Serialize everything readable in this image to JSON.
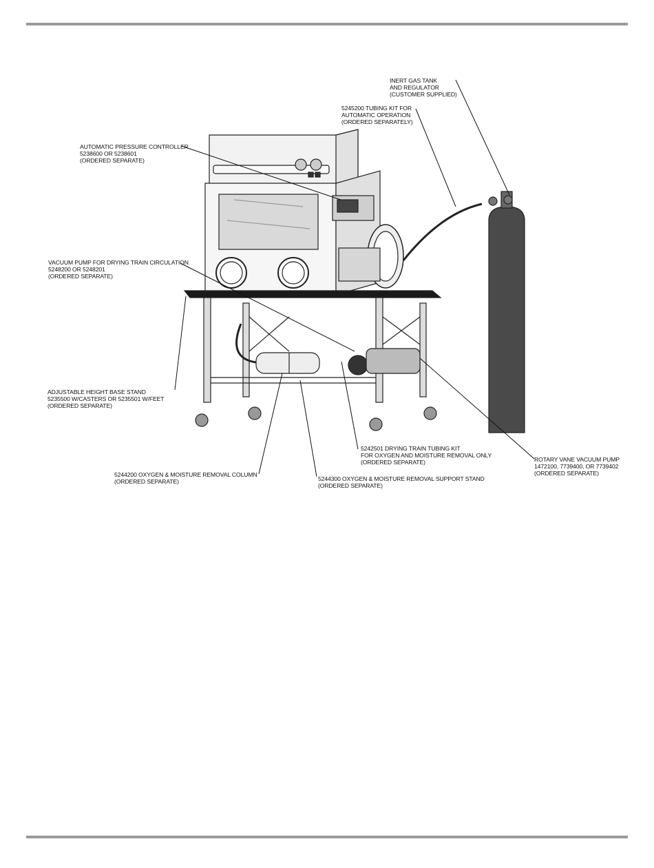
{
  "labels": {
    "inert_gas": [
      "INERT GAS TANK",
      "AND REGULATOR",
      "(CUSTOMER SUPPLIED)"
    ],
    "tubing_kit": [
      "5245200 TUBING KIT FOR",
      "AUTOMATIC OPERATION",
      "(ORDERED SEPARATELY)"
    ],
    "pressure_controller": [
      "AUTOMATIC PRESSURE CONTROLLER",
      "5238600 OR 5238601",
      "(ORDERED SEPARATE)"
    ],
    "vacuum_pump_drying": [
      "VACUUM PUMP FOR DRYING TRAIN CIRCULATION",
      "5248200 OR 5248201",
      "(ORDERED SEPARATE)"
    ],
    "base_stand": [
      "ADJUSTABLE HEIGHT BASE STAND",
      "5235500 W/CASTERS OR 5235501 W/FEET",
      "(ORDERED SEPARATE)"
    ],
    "drying_train_kit": [
      "5242501 DRYING TRAIN TUBING KIT",
      "FOR OXYGEN AND MOISTURE REMOVAL ONLY",
      "(ORDERED SEPARATE)"
    ],
    "rotary_pump": [
      "ROTARY VANE VACUUM PUMP",
      "1472100, 7739400, OR 7739402",
      "(ORDERED SEPARATE)"
    ],
    "removal_column": [
      "5244200 OXYGEN & MOISTURE REMOVAL COLUMN",
      "(ORDERED SEPARATE)"
    ],
    "support_stand": [
      "5244300 OXYGEN & MOISTURE REMOVAL SUPPORT STAND",
      "(ORDERED SEPARATE)"
    ]
  }
}
